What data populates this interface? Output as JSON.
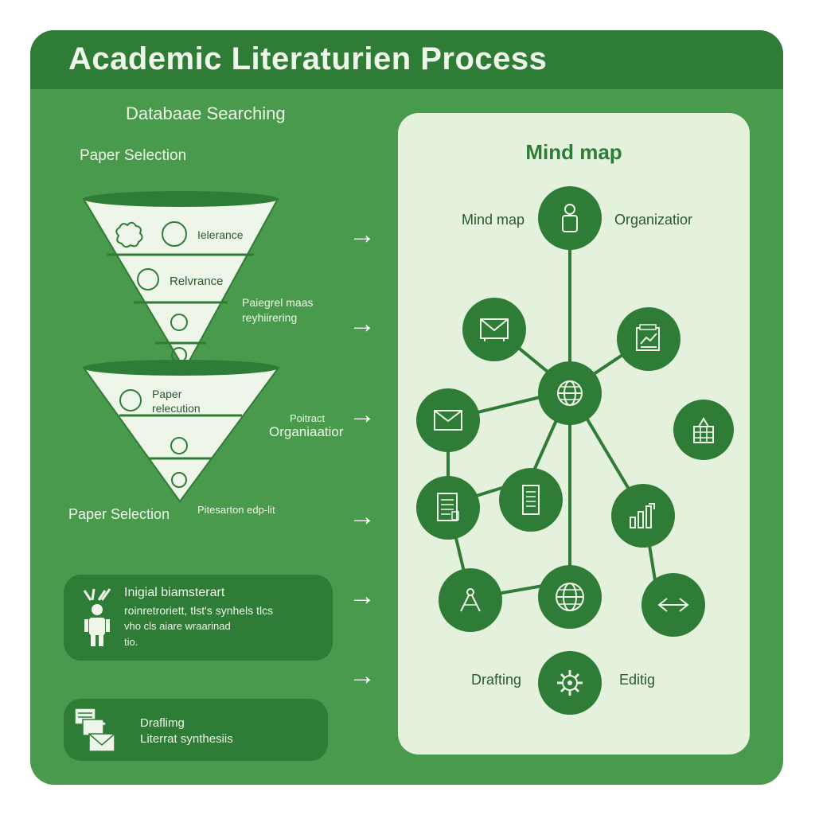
{
  "title": "Academic Literaturien Process",
  "left": {
    "database_searching": "Databaae Searching",
    "paper_selection_top": "Paper Selection",
    "funnel1": {
      "row1": "Ielerance",
      "row2": "Relvrance"
    },
    "side_note1": [
      "Paiegrel maas",
      "reyhiirering"
    ],
    "funnel2": {
      "row1_line1": "Paper",
      "row1_line2": "relecution"
    },
    "side_note2": {
      "line1": "Poitract",
      "line2": "Organiaatior"
    },
    "paper_selection_bottom": "Paper Selection",
    "side_note3": "Pitesarton edp-lit",
    "box1": [
      "Inigial biamsterart",
      "roinretroriett, tlst's synhels tlcs",
      "vho cls aiare wraarinad",
      "tio."
    ],
    "box2": [
      "Draflimg",
      "Literrat synthesiis"
    ]
  },
  "panel": {
    "title": "Mind map",
    "label_mind_map": "Mind map",
    "label_organization": "Organizatior",
    "label_drafting": "Drafting",
    "label_editing": "Editig"
  },
  "colors": {
    "board": "#4a9a4d",
    "dark_green": "#2f7c36",
    "panel": "#e4f1dd",
    "funnel_fill": "#eef6ea"
  }
}
